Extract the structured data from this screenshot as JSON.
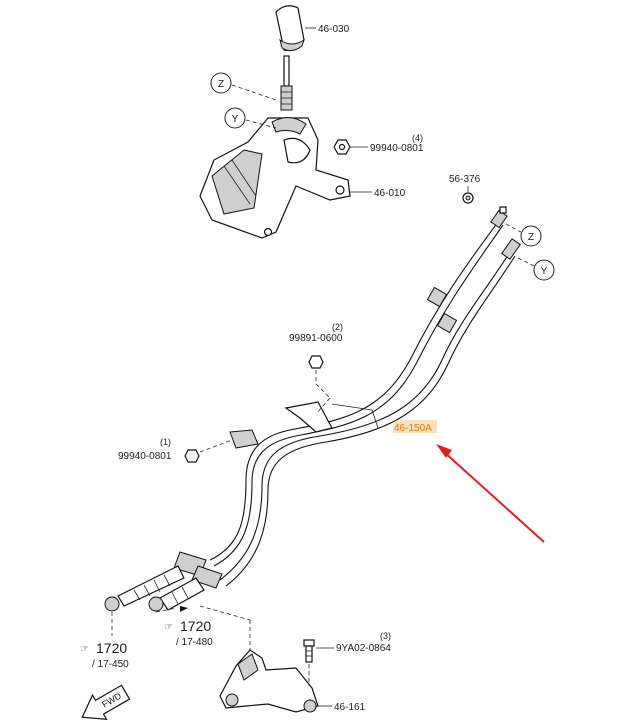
{
  "callouts": {
    "knob": "46-030",
    "nut_top": "99940-0801",
    "nut_top_qty": "(4)",
    "lever_assembly": "46-010",
    "clip": "56-376",
    "bolt_mid": "99891-0600",
    "bolt_mid_qty": "(2)",
    "cable_assembly": "46-150A",
    "nut_left": "99940-0801",
    "nut_left_qty": "(1)",
    "bolt_bracket": "9YA02-0864",
    "bolt_bracket_qty": "(3)",
    "bracket": "46-161"
  },
  "view_markers": {
    "z": "Z",
    "y": "Y"
  },
  "references": [
    {
      "number": "1720",
      "page": "/ 17-450"
    },
    {
      "number": "1720",
      "page": "/ 17-480"
    }
  ],
  "fwd_label": "FWD",
  "colors": {
    "highlight": "#f4a54a",
    "highlight_text": "#e07a10",
    "arrow": "#e02020",
    "line": "#111111"
  }
}
